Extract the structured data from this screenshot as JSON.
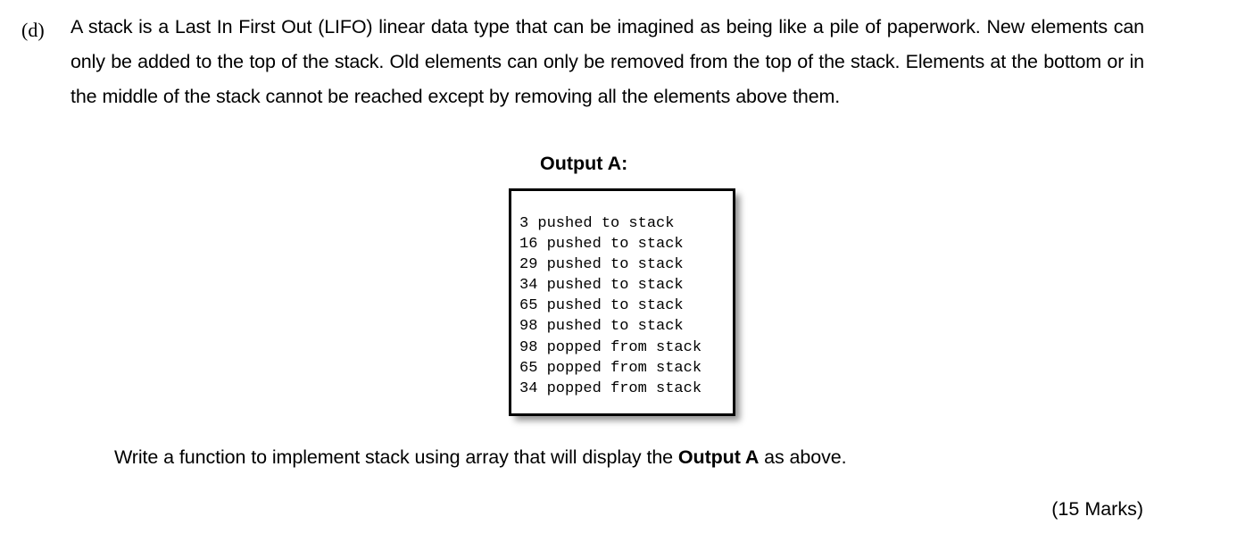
{
  "question": {
    "label": "(d)",
    "body": "A stack is a Last In First Out (LIFO) linear data type that can be imagined as being like a pile of paperwork. New elements can only be added to the top of the stack. Old elements can only be removed from the top of the stack. Elements at the bottom or in the middle of the stack cannot be reached except by removing all the elements above them."
  },
  "output_section": {
    "heading": "Output A:",
    "console_lines": [
      "3 pushed to stack",
      "16 pushed to stack",
      "29 pushed to stack",
      "34 pushed to stack",
      "65 pushed to stack",
      "98 pushed to stack",
      "98 popped from stack",
      "65 popped from stack",
      "34 popped from stack"
    ],
    "console_text": "3 pushed to stack\n16 pushed to stack\n29 pushed to stack\n34 pushed to stack\n65 pushed to stack\n98 pushed to stack\n98 popped from stack\n65 popped from stack\n34 popped from stack"
  },
  "instruction": {
    "prefix": "Write a function to implement stack using array that will display the ",
    "emphasis": "Output A",
    "suffix": " as above."
  },
  "marks": {
    "text": "(15 Marks)"
  },
  "colors": {
    "page_background": "#ffffff",
    "text": "#000000",
    "box_border": "#000000",
    "box_fill": "#ffffff"
  }
}
